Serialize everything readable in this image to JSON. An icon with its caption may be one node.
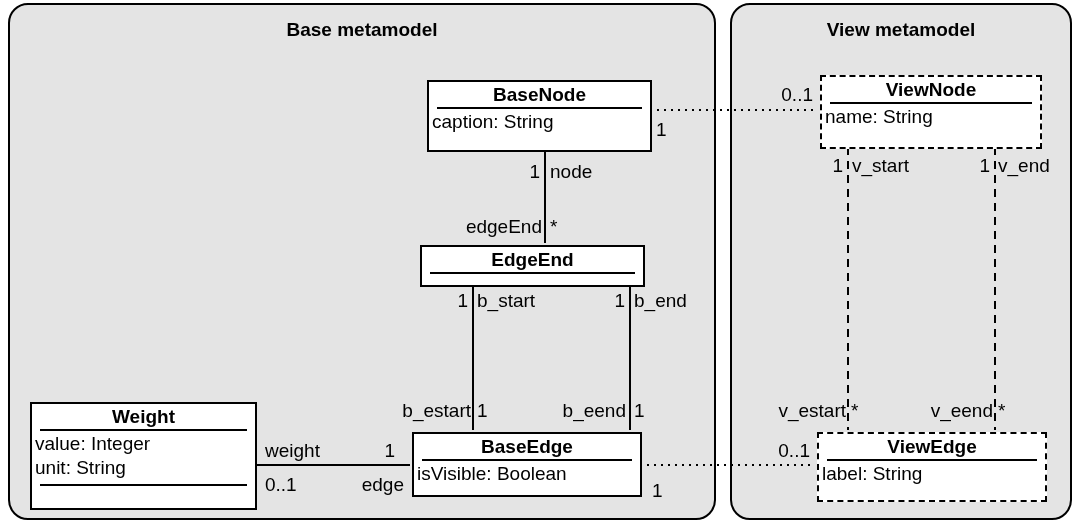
{
  "diagram": {
    "nodes": [
      {
        "text": [
          "Base metamodel"
        ]
      },
      {
        "text": [
          "View metamodel"
        ]
      },
      {
        "text": [
          "BaseNode",
          "caption: String"
        ],
        "in": 0
      },
      {
        "text": [
          "EdgeEnd"
        ],
        "in": 0
      },
      {
        "text": [
          "Weight",
          "value: Integer",
          "unit: String"
        ],
        "in": 0
      },
      {
        "text": [
          "BaseEdge",
          "isVisible: Boolean"
        ],
        "in": 0
      },
      {
        "text": [
          "ViewNode",
          "name: String"
        ],
        "in": 1
      },
      {
        "text": [
          "ViewEdge",
          "label: String"
        ],
        "in": 1
      }
    ],
    "edges": [
      {
        "from": 2,
        "to": 6,
        "arrow": "none",
        "style": "dashed"
      },
      {
        "from": 2,
        "to": 3,
        "arrow": "none"
      },
      {
        "from": 3,
        "to": 5,
        "arrow": "none"
      },
      {
        "from": 3,
        "to": 5,
        "arrow": "none"
      },
      {
        "from": 6,
        "to": 7,
        "arrow": "none",
        "style": "dashed"
      },
      {
        "from": 6,
        "to": 7,
        "arrow": "none",
        "style": "dashed"
      },
      {
        "from": 4,
        "to": 5,
        "arrow": "none"
      },
      {
        "from": 5,
        "to": 7,
        "arrow": "none",
        "style": "dashed"
      }
    ],
    "labels": [
      "0..1",
      "1",
      "1",
      "node",
      "1",
      "v_start",
      "1",
      "v_end",
      "edgeEnd",
      "*",
      "1",
      "b_start",
      "1",
      "b_end",
      "b_estart",
      "1",
      "b_eend",
      "1",
      "v_estart",
      "*",
      "v_eend",
      "*",
      "weight",
      "1",
      "0..1",
      "0..1",
      "edge",
      "1"
    ]
  }
}
